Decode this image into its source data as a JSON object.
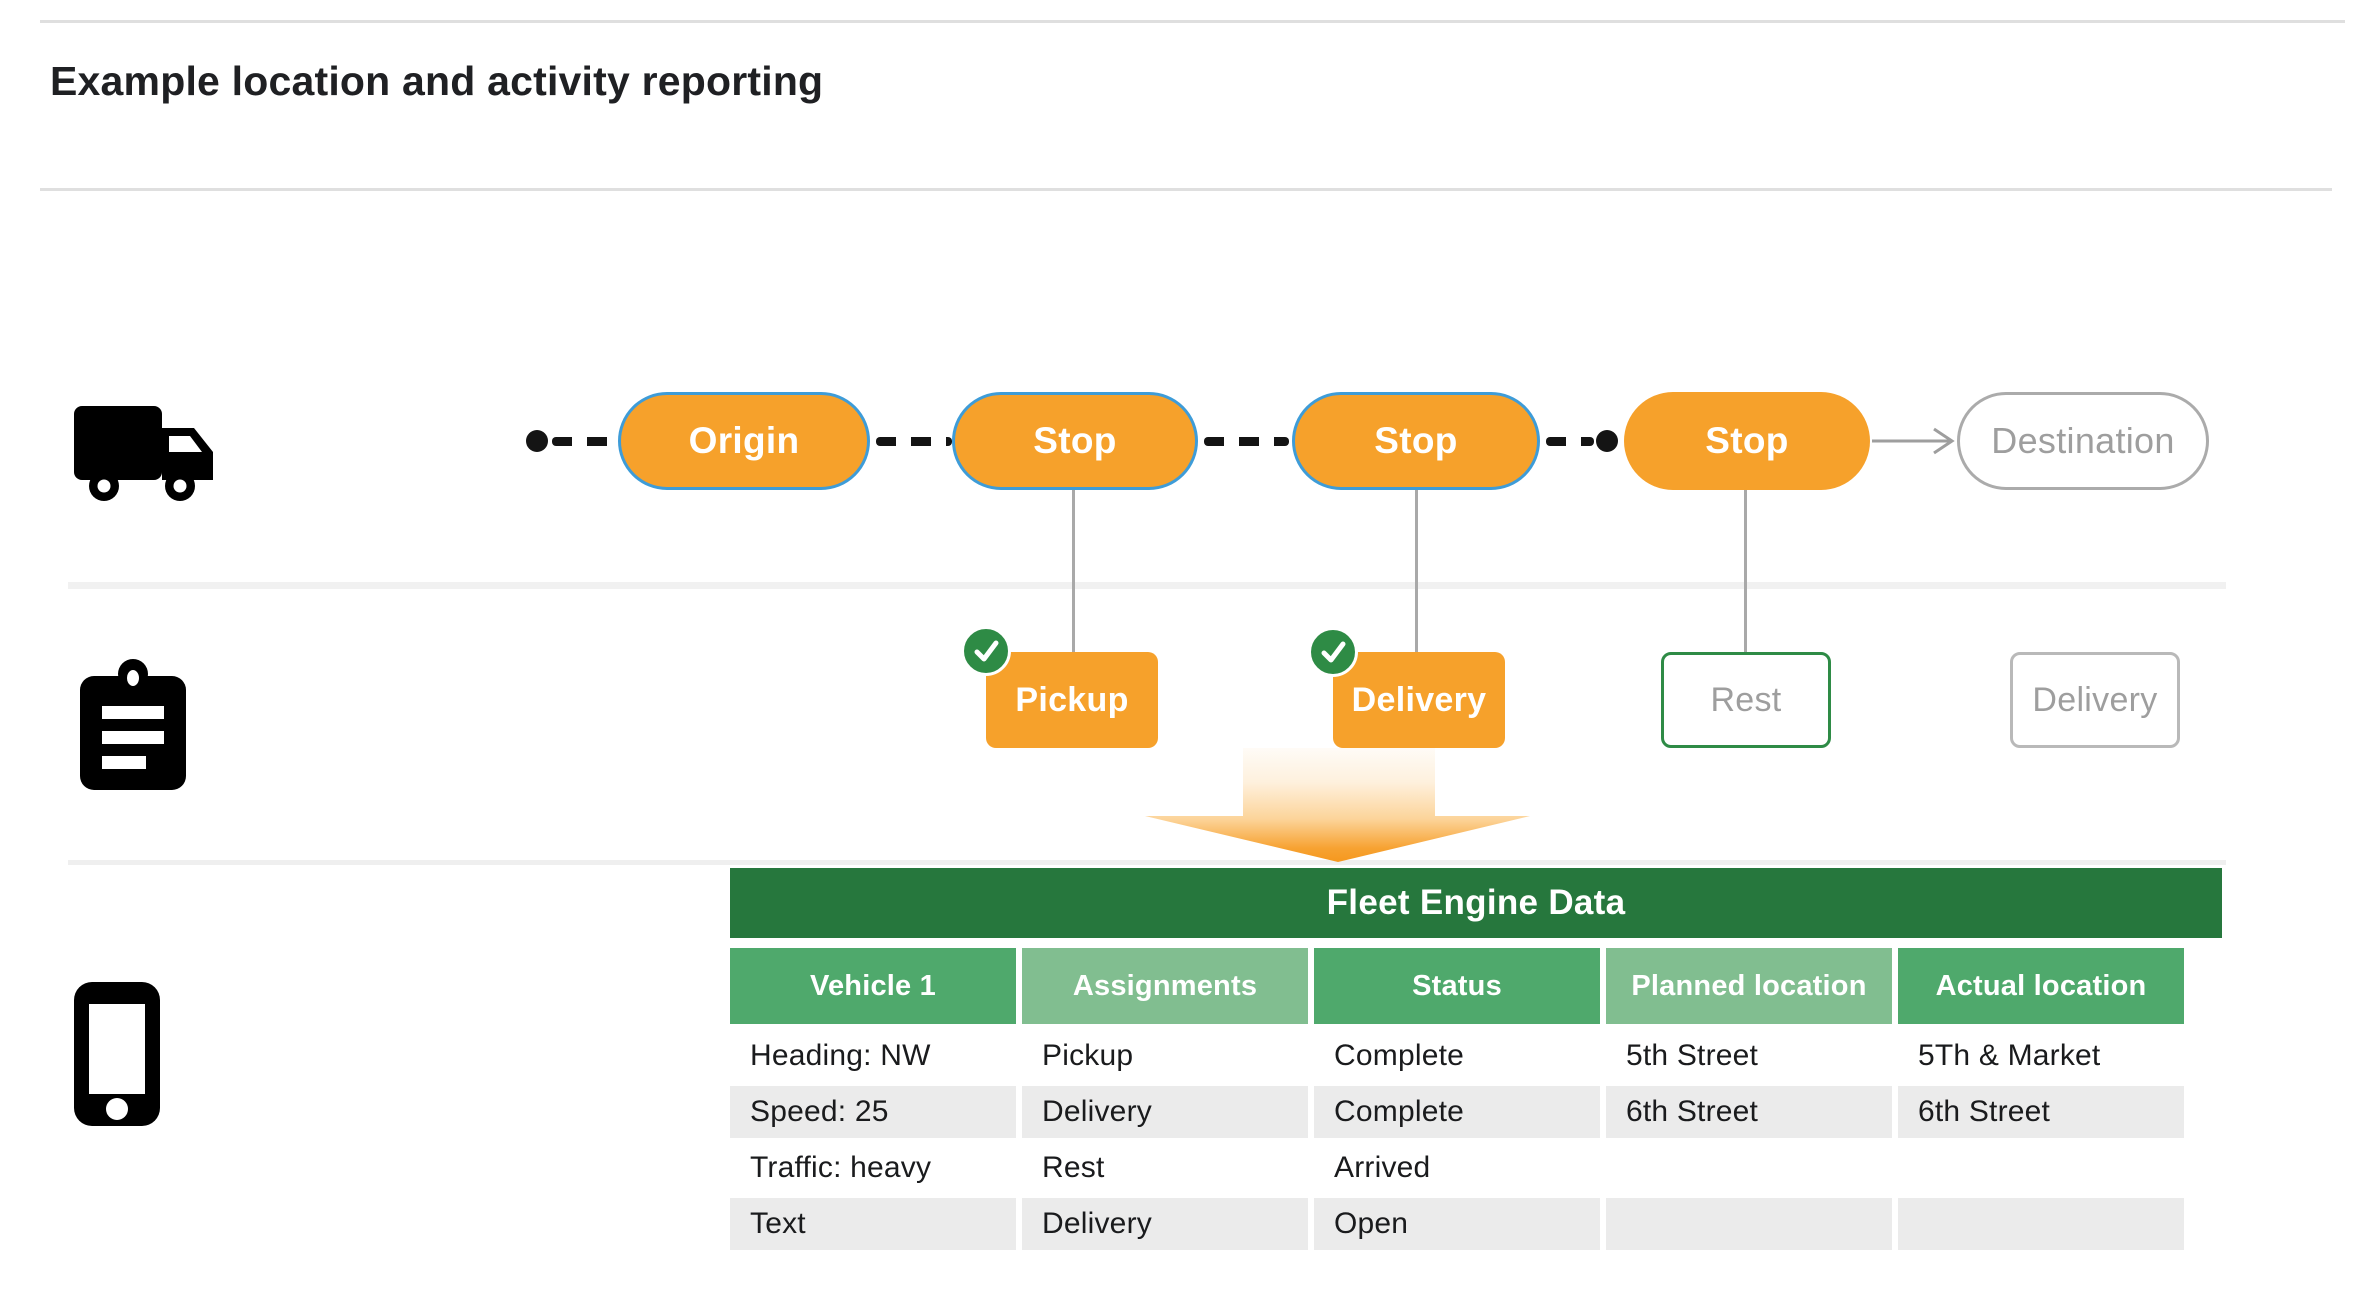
{
  "page": {
    "title": "Example location and activity reporting"
  },
  "colors": {
    "accent_orange": "#f6a12b",
    "pill_border_blue": "#3e9cd8",
    "check_green": "#2e8b45",
    "table_header_dark_green": "#26773d",
    "table_header_mid_green": "#4fa96c",
    "table_header_light_green": "#81be90",
    "row_shade_gray": "#ebebeb",
    "muted_text_gray": "#9e9e9e"
  },
  "icons": {
    "truck": "truck-icon",
    "clipboard": "clipboard-icon",
    "phone": "phone-icon",
    "check": "check-icon",
    "route_arrow": "arrow-right-icon",
    "funnel_arrow": "big-down-arrow-icon"
  },
  "route": {
    "pills": [
      {
        "label": "Origin"
      },
      {
        "label": "Stop"
      },
      {
        "label": "Stop"
      },
      {
        "label": "Stop"
      },
      {
        "label": "Destination"
      }
    ]
  },
  "activities": [
    {
      "label": "Pickup",
      "checked": true
    },
    {
      "label": "Delivery",
      "checked": true
    },
    {
      "label": "Rest",
      "checked": false
    },
    {
      "label": "Delivery",
      "checked": false
    }
  ],
  "table": {
    "title": "Fleet Engine Data",
    "columns": [
      "Vehicle 1",
      "Assignments",
      "Status",
      "Planned location",
      "Actual location"
    ],
    "rows": [
      {
        "cells": [
          "Heading: NW",
          "Pickup",
          "Complete",
          "5th Street",
          "5Th & Market"
        ]
      },
      {
        "cells": [
          "Speed: 25",
          "Delivery",
          "Complete",
          "6th Street",
          "6th Street"
        ]
      },
      {
        "cells": [
          "Traffic: heavy",
          "Rest",
          "Arrived",
          "",
          ""
        ]
      },
      {
        "cells": [
          "Text",
          "Delivery",
          "Open",
          "",
          ""
        ]
      }
    ]
  }
}
